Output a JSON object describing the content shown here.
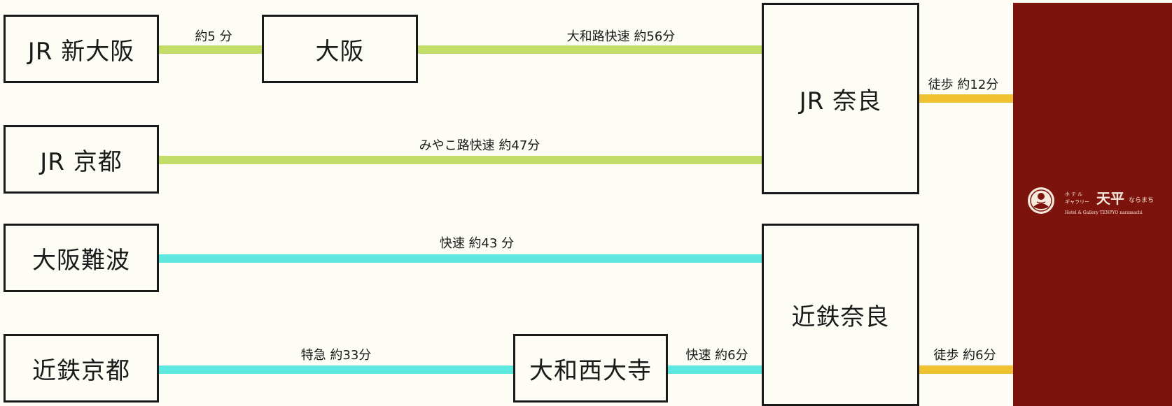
{
  "colors": {
    "background": "#fdfdf6",
    "jr_line": "#c2dd68",
    "kintetsu_line": "#5ee8df",
    "walk_line": "#f0c232",
    "hotel_panel": "#7d130d",
    "box_border": "#1a1a1a"
  },
  "stations": {
    "jr_shin_osaka": "JR 新大阪",
    "osaka": "大阪",
    "jr_kyoto": "JR 京都",
    "jr_nara": "JR 奈良",
    "osaka_namba": "大阪難波",
    "kintetsu_nara": "近鉄奈良",
    "kintetsu_kyoto": "近鉄京都",
    "yamato_saidaiji": "大和西大寺"
  },
  "routes": {
    "shin_osaka_to_osaka": "約5 分",
    "osaka_to_jr_nara": "大和路快速 約56分",
    "jr_kyoto_to_jr_nara": "みやこ路快速 約47分",
    "namba_to_kintetsu_nara": "快速 約43 分",
    "kintetsu_kyoto_to_saidaiji": "特急 約33分",
    "saidaiji_to_kintetsu_nara": "快速 約6分",
    "jr_nara_walk": "徒歩 約12分",
    "kintetsu_nara_walk": "徒歩 約6分"
  },
  "hotel": {
    "kana_top": "ホテル",
    "kana_bottom": "ギャラリー",
    "name": "天平",
    "area_kana": "ならまち",
    "english": "Hotel & Gallery TENPYO naramachi",
    "logo_icon": "hotel-crest-icon"
  }
}
